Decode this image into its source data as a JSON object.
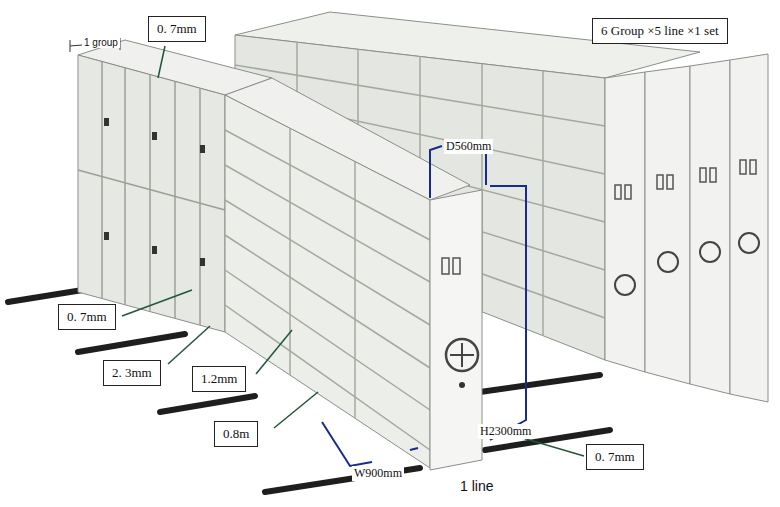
{
  "diagram": {
    "nodes": [
      {
        "text": [
          "0. 7mm"
        ]
      },
      {
        "text": [
          "6 Group ×5 line ×1 set"
        ]
      },
      {
        "text": [
          "0. 7mm"
        ]
      },
      {
        "text": [
          "2. 3mm"
        ]
      },
      {
        "text": [
          "1.2mm"
        ]
      },
      {
        "text": [
          "0.8m"
        ]
      },
      {
        "text": [
          "0. 7mm"
        ]
      }
    ],
    "labels": [
      "1 group",
      "D560mm",
      "H2300mm",
      "W900mm",
      "1 line"
    ]
  }
}
